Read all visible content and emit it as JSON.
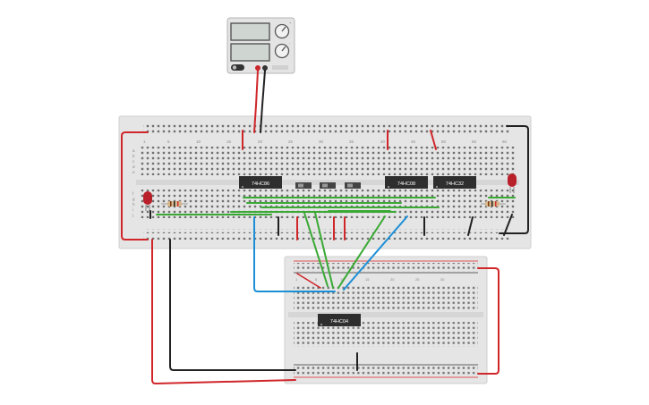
{
  "power_supply": {
    "knob_marks": [
      "+",
      "-"
    ]
  },
  "breadboard_large": {
    "column_numbers": [
      "1",
      "5",
      "10",
      "15",
      "20",
      "25",
      "30",
      "35",
      "40",
      "45",
      "50",
      "55",
      "60"
    ],
    "row_letters": [
      "a",
      "b",
      "c",
      "d",
      "e",
      "f",
      "g",
      "h",
      "i",
      "j"
    ]
  },
  "breadboard_small": {
    "column_numbers": [
      "1",
      "5",
      "10",
      "15",
      "20",
      "25",
      "30"
    ]
  },
  "chips": {
    "chip1": "74HC86",
    "chip2": "74HC08",
    "chip3": "74HC32",
    "chip4": "74HC04"
  },
  "colors": {
    "board": "#e5e5e5",
    "chip": "#2e2e2e",
    "wire_red": "#d0262a",
    "wire_black": "#222222",
    "wire_green": "#3aa935",
    "wire_blue": "#1b8fd6",
    "led": "#b8202a"
  }
}
